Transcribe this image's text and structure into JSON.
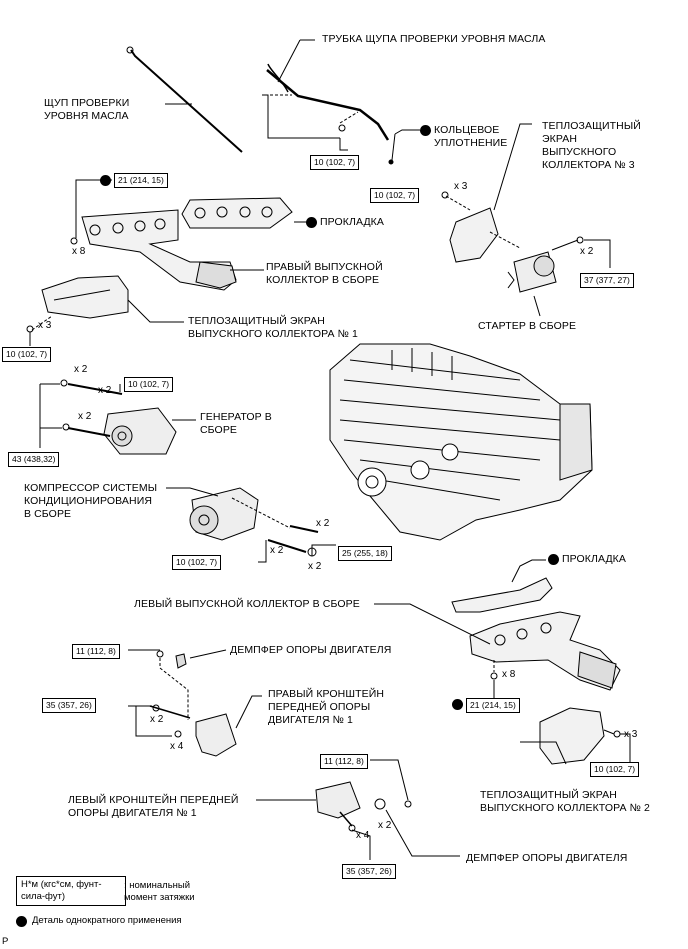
{
  "labels": {
    "dipstick_tube": "ТРУБКА ЩУПА ПРОВЕРКИ УРОВНЯ МАСЛА",
    "dipstick": "ЩУП ПРОВЕРКИ\nУРОВНЯ МАСЛА",
    "o_ring": "КОЛЬЦЕВОЕ\nУПЛОТНЕНИЕ",
    "heat_shield_3": "ТЕПЛОЗАЩИТНЫЙ\nЭКРАН\nВЫПУСКНОГО\nКОЛЛЕКТОРА № 3",
    "gasket_upper": "ПРОКЛАДКА",
    "right_manifold": "ПРАВЫЙ ВЫПУСКНОЙ\nКОЛЛЕКТОР В СБОРЕ",
    "heat_shield_1": "ТЕПЛОЗАЩИТНЫЙ ЭКРАН\nВЫПУСКНОГО КОЛЛЕКТОРА № 1",
    "starter": "СТАРТЕР В СБОРЕ",
    "generator": "ГЕНЕРАТОР В\nСБОРЕ",
    "ac_compressor": "КОМПРЕССОР СИСТЕМЫ\nКОНДИЦИОНИРОВАНИЯ\nВ СБОРЕ",
    "gasket_lower": "ПРОКЛАДКА",
    "left_manifold": "ЛЕВЫЙ ВЫПУСКНОЙ КОЛЛЕКТОР В СБОРЕ",
    "damper_upper": "ДЕМПФЕР ОПОРЫ ДВИГАТЕЛЯ",
    "right_bracket": "ПРАВЫЙ КРОНШТЕЙН\nПЕРЕДНЕЙ ОПОРЫ\nДВИГАТЕЛЯ № 1",
    "left_bracket": "ЛЕВЫЙ КРОНШТЕЙН ПЕРЕДНЕЙ\nОПОРЫ ДВИГАТЕЛЯ № 1",
    "heat_shield_2": "ТЕПЛОЗАЩИТНЫЙ ЭКРАН\nВЫПУСКНОГО КОЛЛЕКТОРА № 2",
    "damper_lower": "ДЕМПФЕР ОПОРЫ ДВИГАТЕЛЯ"
  },
  "torques": {
    "t1": "10 (102, 7)",
    "t2": "10 (102, 7)",
    "t3": "21 (214, 15)",
    "t4": "37 (377, 27)",
    "t5": "10 (102, 7)",
    "t6": "10 (102, 7)",
    "t7": "43 (438,32)",
    "t8": "10 (102, 7)",
    "t9": "25 (255, 18)",
    "t10": "11 (112, 8)",
    "t11": "35 (357, 26)",
    "t12": "21 (214, 15)",
    "t13": "10 (102, 7)",
    "t14": "11 (112, 8)",
    "t15": "35 (357, 26)"
  },
  "multipliers": {
    "m1": "x 3",
    "m2": "x 8",
    "m3": "x 2",
    "m4": "x 3",
    "m5": "x 2",
    "m6": "x 2",
    "m7": "x 2",
    "m8": "x 2",
    "m9": "x 2",
    "m10": "x 8",
    "m11": "x 2",
    "m12": "x 4",
    "m13": "x 3",
    "m14": "x 2",
    "m15": "x 4"
  },
  "legend": {
    "unit": "Н*м (кгс*см, фунт-\nсила-фут)",
    "unit_desc": ": номинальный\nмомент затяжки",
    "single_use": "Деталь однократного применения"
  },
  "footer": {
    "mark": "P"
  },
  "colors": {
    "ink": "#000000",
    "part_fill": "#f2f2f2",
    "background": "#ffffff"
  }
}
